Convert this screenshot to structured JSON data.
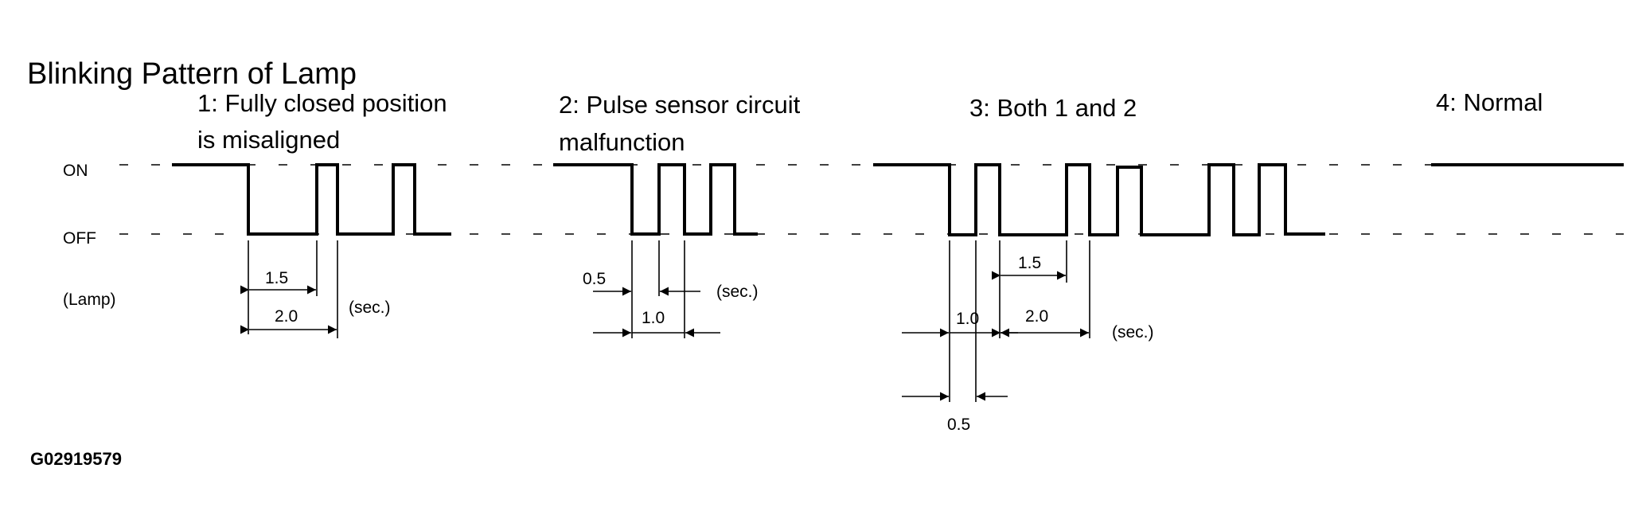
{
  "title": "Blinking Pattern of Lamp",
  "labels": {
    "on": "ON",
    "off": "OFF",
    "lamp": "(Lamp)"
  },
  "patterns": [
    {
      "caption": [
        "1: Fully closed position",
        "is misaligned"
      ],
      "dimensions": [
        "1.5",
        "2.0"
      ],
      "unit": "(sec.)"
    },
    {
      "caption": [
        "2: Pulse sensor circuit",
        "malfunction"
      ],
      "dimensions": [
        "0.5",
        "1.0"
      ],
      "unit": "(sec.)"
    },
    {
      "caption": [
        "3: Both 1 and 2"
      ],
      "dimensions": [
        "1.5",
        "1.0",
        "2.0",
        "0.5"
      ],
      "unit": "(sec.)"
    },
    {
      "caption": [
        "4: Normal"
      ]
    }
  ],
  "figure_id": "G02919579"
}
